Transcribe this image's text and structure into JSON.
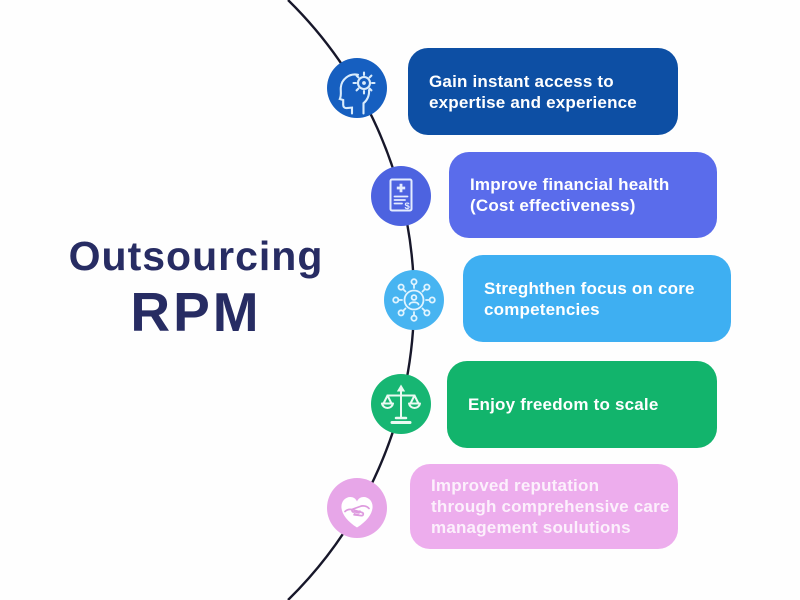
{
  "background": "#fefefe",
  "curve": {
    "color": "#17172a"
  },
  "title": {
    "line1": "Outsourcing",
    "line2": "RPM",
    "color": "#272c63"
  },
  "cards": [
    {
      "icon": "head-gear-icon",
      "lines": [
        "Gain instant access to",
        "expertise and experience"
      ],
      "bg": "#0d4fa4",
      "icon_bg": "#165fc0"
    },
    {
      "icon": "medical-bill-icon",
      "lines": [
        "Improve financial health",
        "(Cost effectiveness)"
      ],
      "bg": "#5a6ceb",
      "icon_bg": "#4d63e0"
    },
    {
      "icon": "network-people-icon",
      "lines": [
        "Streghthen focus on core",
        "competencies"
      ],
      "bg": "#3eaff2",
      "icon_bg": "#47b4f1"
    },
    {
      "icon": "balance-scale-icon",
      "lines": [
        "Enjoy freedom to scale"
      ],
      "bg": "#12b46c",
      "icon_bg": "#17b673"
    },
    {
      "icon": "heart-hands-icon",
      "lines": [
        "Improved reputation",
        "through comprehensive care",
        "management soulutions"
      ],
      "bg": "#edaded",
      "icon_bg": "#e7a6e8"
    }
  ]
}
